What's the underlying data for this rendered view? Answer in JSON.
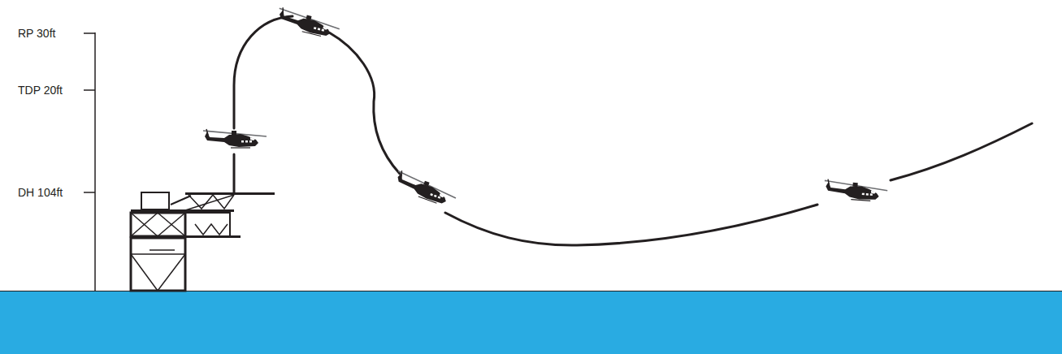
{
  "diagram": {
    "labels": [
      "RP 30ft",
      "TDP 20ft",
      "DH 104ft"
    ]
  }
}
